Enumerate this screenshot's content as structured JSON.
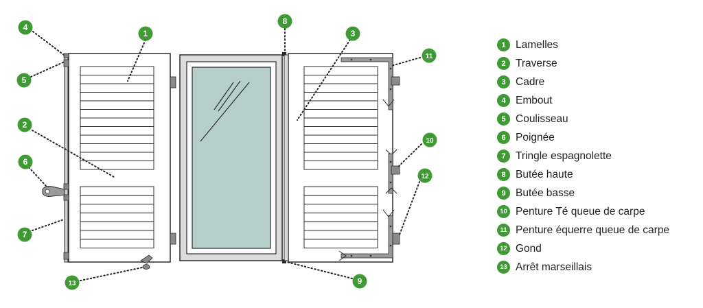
{
  "colors": {
    "badge": "#3f9a35",
    "outline": "#2b2b2b",
    "hardware": "#8a8a8a",
    "glass": "#b7cfcb",
    "frame_fill": "#dcdcdc",
    "panel_fill": "#ffffff"
  },
  "callouts": [
    {
      "number": "1"
    },
    {
      "number": "2"
    },
    {
      "number": "3"
    },
    {
      "number": "4"
    },
    {
      "number": "5"
    },
    {
      "number": "6"
    },
    {
      "number": "7"
    },
    {
      "number": "8"
    },
    {
      "number": "9"
    },
    {
      "number": "10"
    },
    {
      "number": "11"
    },
    {
      "number": "12"
    },
    {
      "number": "13"
    }
  ],
  "legend": [
    {
      "number": "1",
      "label": "Lamelles"
    },
    {
      "number": "2",
      "label": "Traverse"
    },
    {
      "number": "3",
      "label": "Cadre"
    },
    {
      "number": "4",
      "label": "Embout"
    },
    {
      "number": "5",
      "label": "Coulisseau"
    },
    {
      "number": "6",
      "label": "Poignée"
    },
    {
      "number": "7",
      "label": "Tringle espagnolette"
    },
    {
      "number": "8",
      "label": "Butée haute"
    },
    {
      "number": "9",
      "label": "Butée basse"
    },
    {
      "number": "10",
      "label": "Penture Té queue de carpe"
    },
    {
      "number": "11",
      "label": "Penture équerre queue de carpe"
    },
    {
      "number": "12",
      "label": "Gond"
    },
    {
      "number": "13",
      "label": "Arrêt marseillais"
    }
  ]
}
